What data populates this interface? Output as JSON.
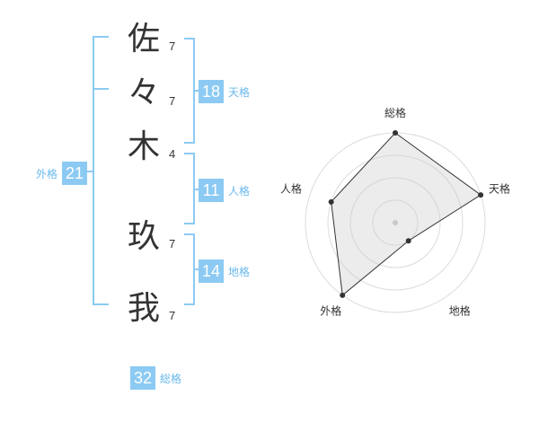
{
  "name": {
    "chars": [
      {
        "char": "佐",
        "strokes": "7"
      },
      {
        "char": "々",
        "strokes": "7"
      },
      {
        "char": "木",
        "strokes": "4"
      },
      {
        "char": "玖",
        "strokes": "7"
      },
      {
        "char": "我",
        "strokes": "7"
      }
    ]
  },
  "kakusu": {
    "tenkaku": {
      "value": "18",
      "label": "天格"
    },
    "jinkaku": {
      "value": "11",
      "label": "人格"
    },
    "chikaku": {
      "value": "14",
      "label": "地格"
    },
    "gaikaku": {
      "value": "21",
      "label": "外格"
    },
    "soukaku": {
      "value": "32",
      "label": "総格"
    }
  },
  "colors": {
    "accent": "#8ccaf3",
    "label": "#6ab8ec",
    "text": "#333333"
  },
  "chart_data": {
    "type": "radar",
    "axes": [
      "総格",
      "天格",
      "地格",
      "外格",
      "人格"
    ],
    "values": [
      4,
      4,
      1,
      4,
      3
    ],
    "rmax": 4,
    "rings": 4
  }
}
